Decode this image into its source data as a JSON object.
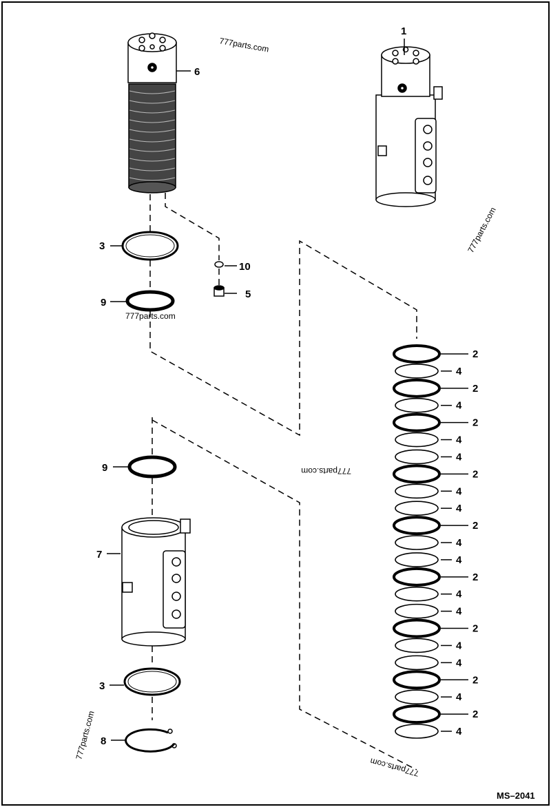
{
  "diagram": {
    "type": "exploded-parts-diagram",
    "figure_code": "MS–2041",
    "watermarks": [
      "777parts.com",
      "777parts.com",
      "777parts.com",
      "777parts.com",
      "777parts.com",
      "777parts.com"
    ],
    "stack_labels": [
      "2",
      "4",
      "2",
      "4",
      "2",
      "4",
      "4",
      "2",
      "4",
      "4",
      "2",
      "4",
      "4",
      "2",
      "4",
      "4",
      "2",
      "4",
      "4",
      "2",
      "4",
      "2",
      "4"
    ],
    "callouts": {
      "c1": "1",
      "c6": "6",
      "c3a": "3",
      "c10": "10",
      "c5": "5",
      "c9a": "9",
      "c9b": "9",
      "c7": "7",
      "c3b": "3",
      "c8": "8"
    }
  }
}
